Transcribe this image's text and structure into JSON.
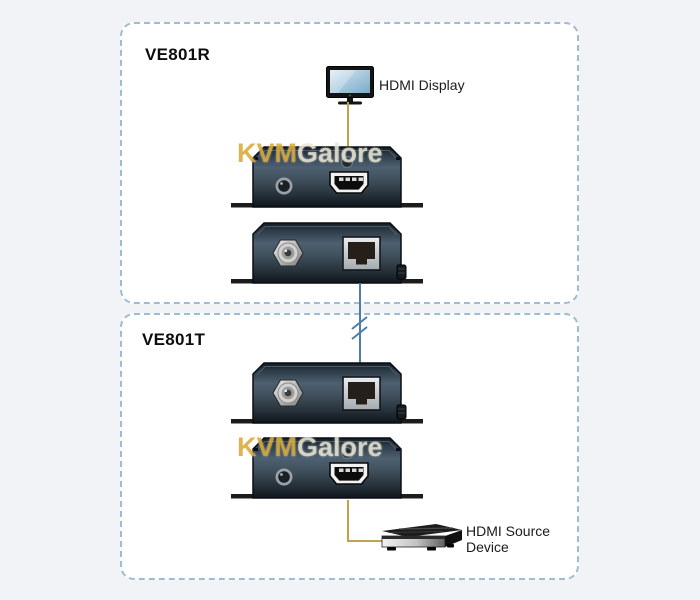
{
  "diagram": {
    "groups": [
      {
        "id": "ve801r",
        "label": "VE801R"
      },
      {
        "id": "ve801t",
        "label": "VE801T"
      }
    ],
    "endpoints": {
      "display_label": "HDMI Display",
      "source_label_line1": "HDMI Source",
      "source_label_line2": "Device"
    },
    "devices": [
      {
        "unit": "VE801R",
        "view": "front-panel",
        "ports": [
          "audio-jack",
          "hdmi-port"
        ]
      },
      {
        "unit": "VE801R",
        "view": "rear-panel",
        "ports": [
          "power-jack",
          "rj45-port"
        ]
      },
      {
        "unit": "VE801T",
        "view": "rear-panel",
        "ports": [
          "power-jack",
          "rj45-port"
        ]
      },
      {
        "unit": "VE801T",
        "view": "front-panel",
        "ports": [
          "audio-jack",
          "hdmi-port"
        ]
      }
    ],
    "cables": [
      {
        "type": "hdmi",
        "color": "#c2a34c",
        "from": "HDMI Display",
        "to": "VE801R front"
      },
      {
        "type": "cat5e",
        "color": "#4c7fa8",
        "from": "VE801R rear",
        "to": "VE801T rear",
        "break_marks": true
      },
      {
        "type": "hdmi",
        "color": "#c2a34c",
        "from": "VE801T front",
        "to": "HDMI Source Device"
      }
    ],
    "watermark": {
      "part1": "KVM",
      "part2": "Galore"
    },
    "colors": {
      "background": "#f2f3f6",
      "box_fill": "#ffffff",
      "dashed_border": "#9dbdd3",
      "cable_hdmi": "#c2a34c",
      "cable_cat": "#4c7fa8",
      "device_body": "#44545f"
    }
  }
}
